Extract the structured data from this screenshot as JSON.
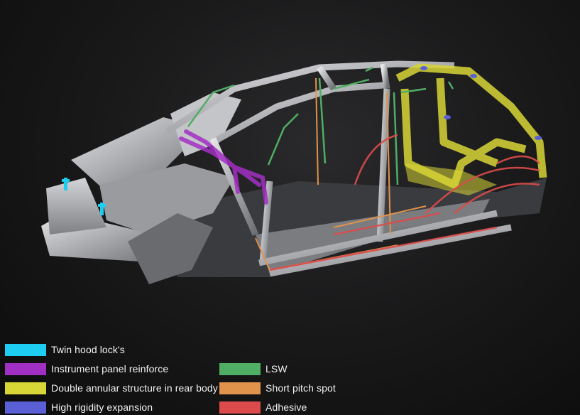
{
  "diagram": {
    "subject": "Car body-in-white structure with highlighted reinforcement zones",
    "highlights": [
      {
        "zone": "front-hood-locks",
        "legend_ref": "twin_hood_locks"
      },
      {
        "zone": "instrument-panel",
        "legend_ref": "instrument_panel"
      },
      {
        "zone": "rear-body-ring",
        "legend_ref": "double_annular"
      },
      {
        "zone": "rear-mount-points",
        "legend_ref": "high_rigidity"
      },
      {
        "zone": "pillars-roof-rails",
        "legend_ref": "lsw"
      },
      {
        "zone": "door-openings",
        "legend_ref": "short_pitch"
      },
      {
        "zone": "wheel-arches-floor",
        "legend_ref": "adhesive"
      }
    ]
  },
  "legend": {
    "items": [
      {
        "id": "twin_hood_locks",
        "label": "Twin hood lock's",
        "color": "#1ecdf2"
      },
      {
        "id": "instrument_panel",
        "label": "Instrument panel reinforce",
        "color": "#a22fc4"
      },
      {
        "id": "double_annular",
        "label": "Double annular structure in rear body",
        "color": "#d8d636"
      },
      {
        "id": "high_rigidity",
        "label": "High rigidity expansion",
        "color": "#5b5fd6"
      },
      {
        "id": "lsw",
        "label": "LSW",
        "color": "#4fae64"
      },
      {
        "id": "short_pitch",
        "label": "Short pitch spot",
        "color": "#e0934a"
      },
      {
        "id": "adhesive",
        "label": "Adhesive",
        "color": "#dc4b4b"
      }
    ]
  }
}
